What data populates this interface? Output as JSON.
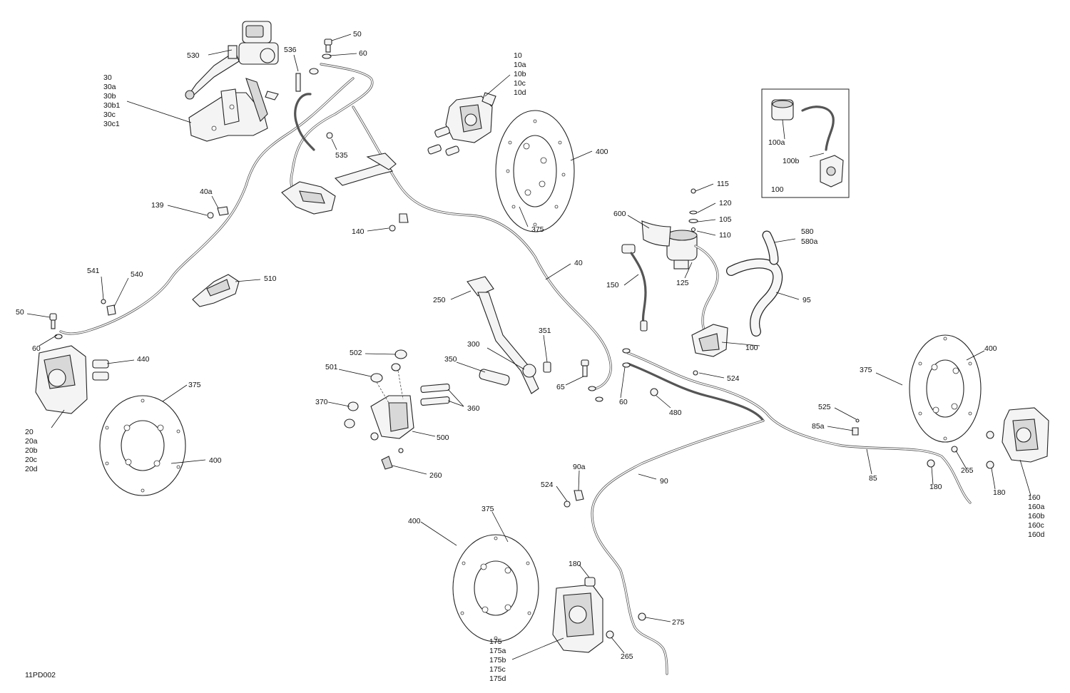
{
  "diagram_id": "11PD002",
  "inset_label": "100",
  "labels": {
    "l530": "530",
    "l50a": "50",
    "l60a": "60",
    "l536": "536",
    "l10": "10",
    "l10a": "10a",
    "l10b": "10b",
    "l10c": "10c",
    "l10d": "10d",
    "l30": "30",
    "l30a": "30a",
    "l30b": "30b",
    "l30b1": "30b1",
    "l30c": "30c",
    "l30c1": "30c1",
    "l535": "535",
    "l400a": "400",
    "l100a": "100a",
    "l100b": "100b",
    "l115": "115",
    "l120": "120",
    "l105": "105",
    "l110": "110",
    "l600": "600",
    "l580": "580",
    "l580a": "580a",
    "l40a": "40a",
    "l139": "139",
    "l140": "140",
    "l375a": "375",
    "l125": "125",
    "l150": "150",
    "l95": "95",
    "l40": "40",
    "l541": "541",
    "l540": "540",
    "l510": "510",
    "l50b": "50",
    "l60b": "60",
    "l250": "250",
    "l351": "351",
    "l100": "100",
    "l502": "502",
    "l300": "300",
    "l400b": "400",
    "l440": "440",
    "l350": "350",
    "l501": "501",
    "l524a": "524",
    "l375b": "375",
    "l375c": "375",
    "l65": "65",
    "l60c": "60",
    "l370": "370",
    "l360": "360",
    "l480": "480",
    "l525": "525",
    "l85a": "85a",
    "l500": "500",
    "l20": "20",
    "l20a": "20a",
    "l20b": "20b",
    "l20c": "20c",
    "l20d": "20d",
    "l400c": "400",
    "l265a": "265",
    "l260": "260",
    "l90a": "90a",
    "l85": "85",
    "l90": "90",
    "l524b": "524",
    "l180a": "180",
    "l180b": "180",
    "l160": "160",
    "l160a": "160a",
    "l160b": "160b",
    "l160c": "160c",
    "l160d": "160d",
    "l375d": "375",
    "l400d": "400",
    "l180c": "180",
    "l275": "275",
    "l265b": "265",
    "l175": "175",
    "l175a": "175a",
    "l175b": "175b",
    "l175c": "175c",
    "l175d": "175d"
  }
}
